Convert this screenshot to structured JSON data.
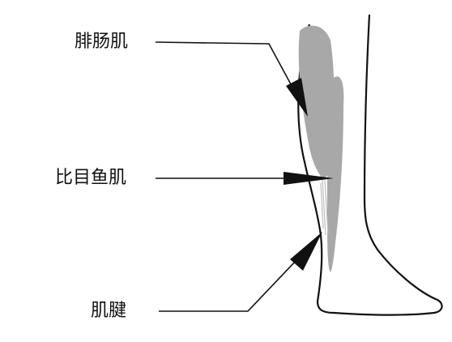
{
  "labels": {
    "gastrocnemius": "腓肠肌",
    "soleus": "比目鱼肌",
    "tendon": "肌腱"
  },
  "colors": {
    "outline": "#111111",
    "muscle_fill": "#a8a8a8",
    "skin_fill": "#ffffff",
    "leader": "#111111"
  }
}
